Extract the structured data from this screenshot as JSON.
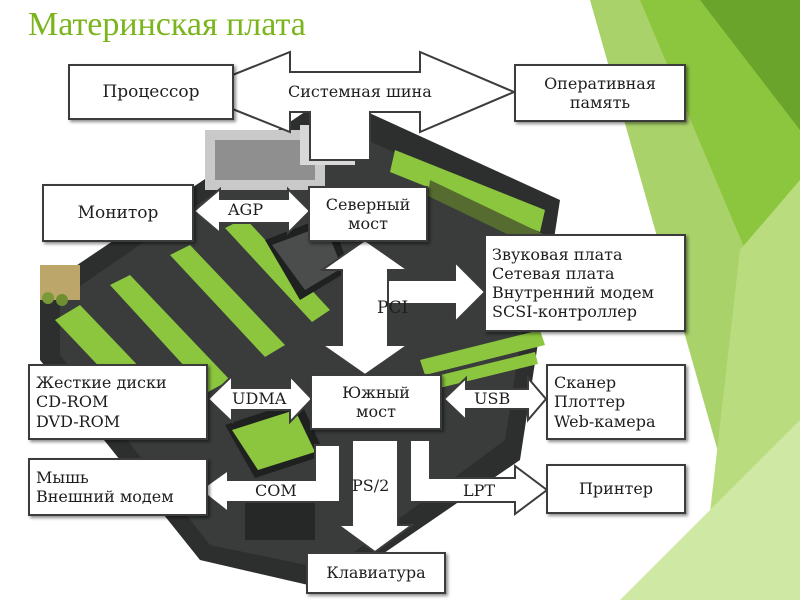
{
  "slide": {
    "title": "Материнская плата"
  },
  "boxes": {
    "processor": "Процессор",
    "ram": "Оперативная\nпамять",
    "monitor": "Монитор",
    "north_bridge": "Северный\nмост",
    "pci_devices": "Звуковая плата\nСетевая плата\nВнутренний модем\nSCSI-контроллер",
    "disks": "Жесткие диски\nCD-ROM\nDVD-ROM",
    "south_bridge": "Южный\nмост",
    "usb_devices": "Сканер\nПлоттер\nWeb-камера",
    "mouse_modem": "Мышь\nВнешний модем",
    "printer": "Принтер",
    "keyboard": "Клавиатура"
  },
  "buses": {
    "system_bus": "Системная шина",
    "agp": "AGP",
    "pci": "PCI",
    "udma": "UDMA",
    "usb": "USB",
    "com": "COM",
    "ps2": "PS/2",
    "lpt": "LPT"
  },
  "colors": {
    "title": "#7bb51d",
    "accent_green": "#8cc63f",
    "board": "#2d2f2e"
  }
}
